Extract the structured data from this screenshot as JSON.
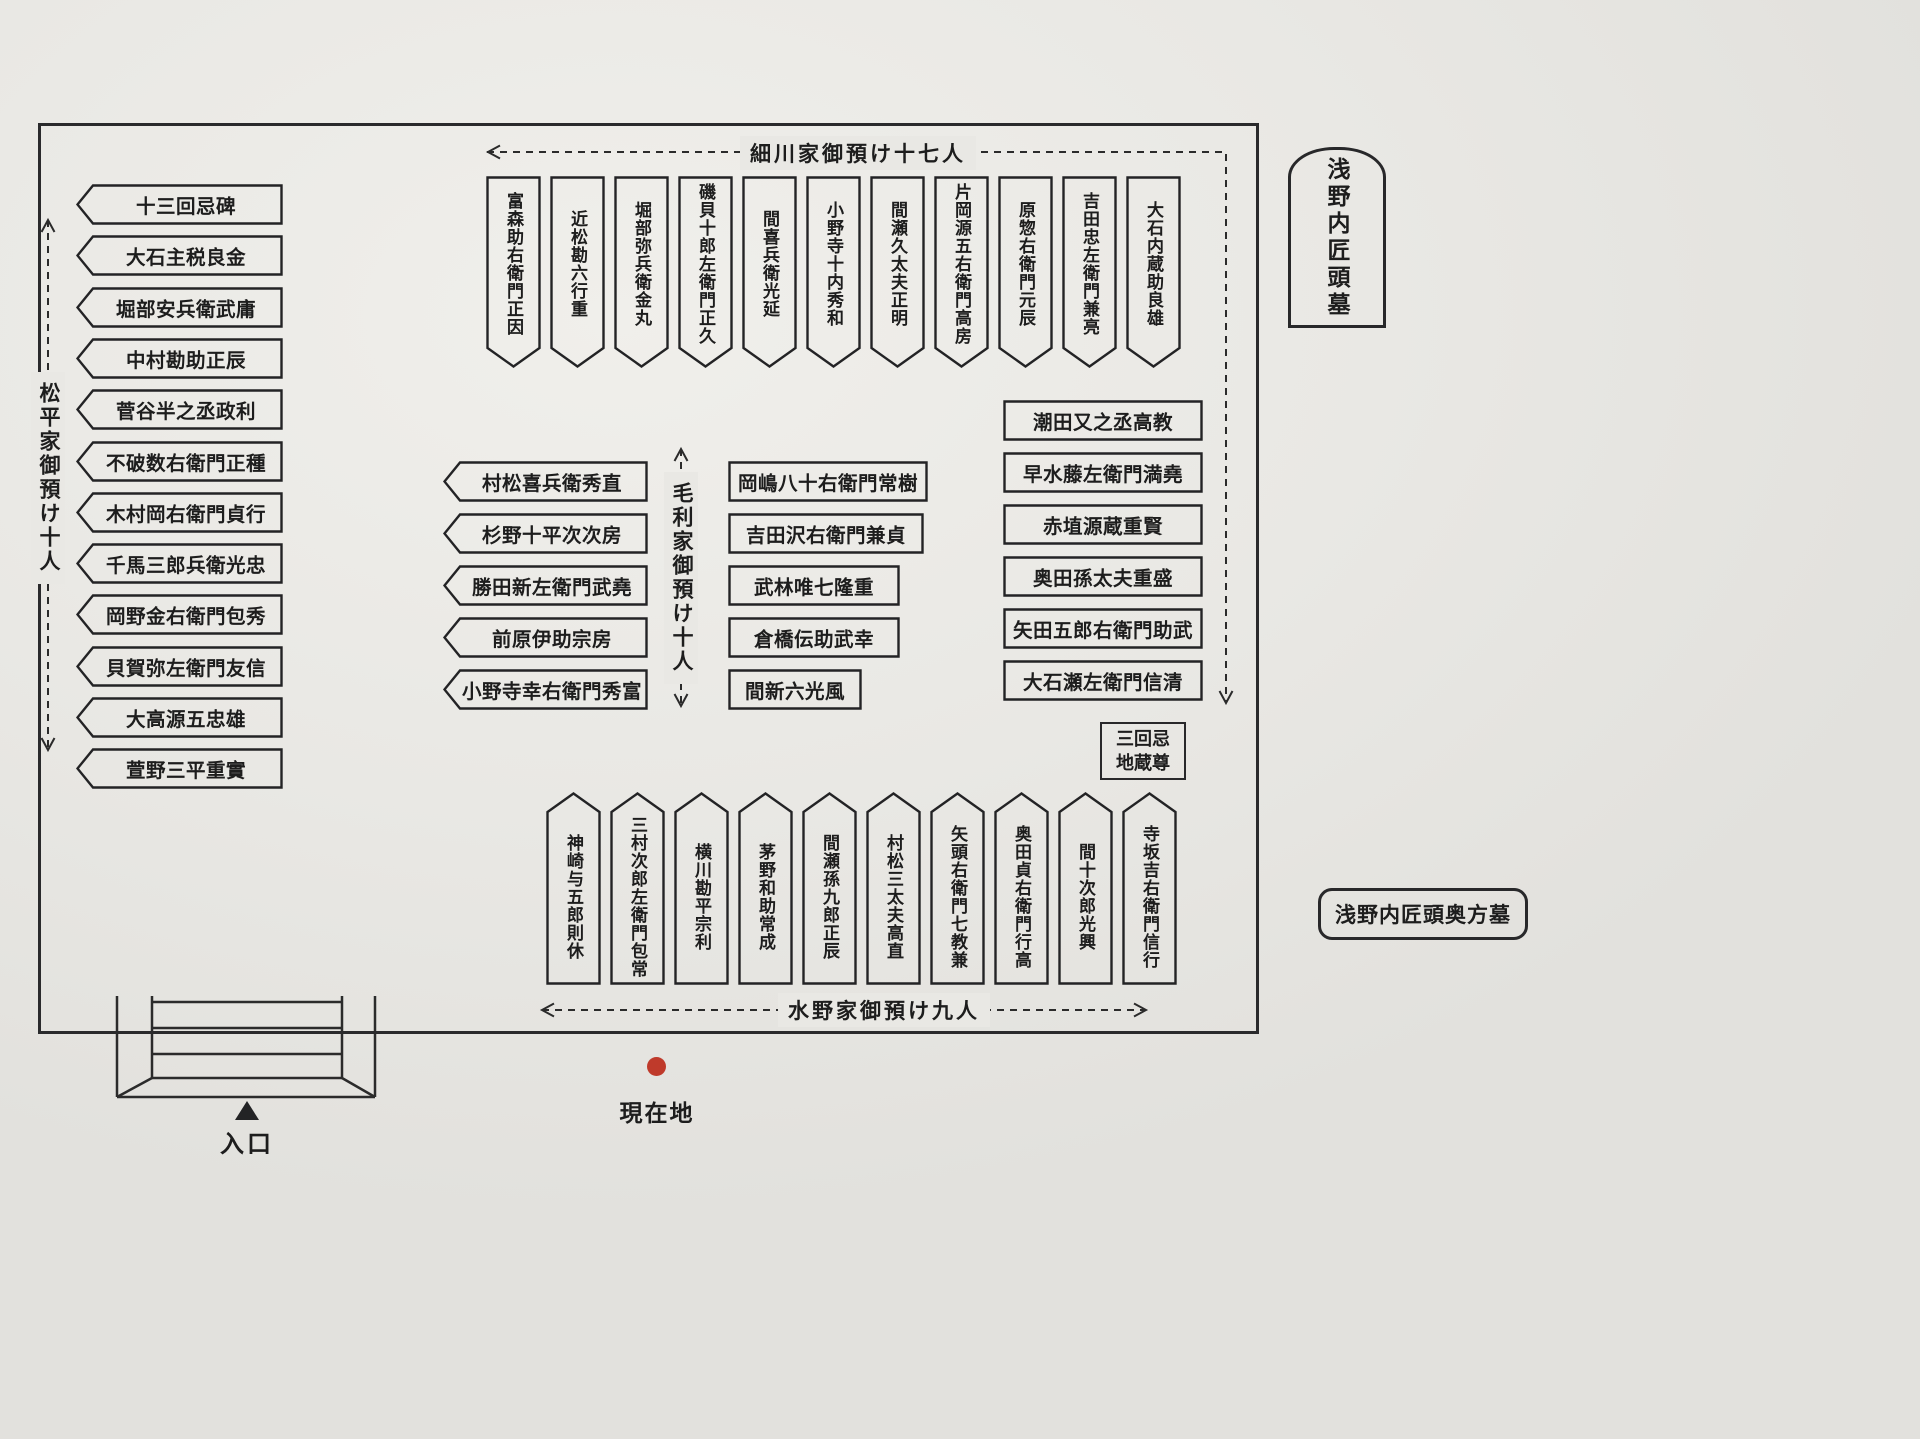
{
  "groups": {
    "hosokawa_label": "細川家御預け十七人",
    "matsudaira_label": "松平家御預け十人",
    "mori_label": "毛利家御預け十人",
    "mizuno_label": "水野家御預け九人"
  },
  "top_row": [
    "富森助右衛門正因",
    "近松勘六行重",
    "堀部弥兵衛金丸",
    "磯貝十郎左衛門正久",
    "間喜兵衛光延",
    "小野寺十内秀和",
    "間瀬久太夫正明",
    "片岡源五右衛門高房",
    "原惣右衛門元辰",
    "吉田忠左衛門兼亮",
    "大石内蔵助良雄"
  ],
  "left_column": [
    "十三回忌碑",
    "大石主税良金",
    "堀部安兵衛武庸",
    "中村勘助正辰",
    "菅谷半之丞政利",
    "不破数右衛門正種",
    "木村岡右衛門貞行",
    "千馬三郎兵衛光忠",
    "岡野金右衛門包秀",
    "貝賀弥左衛門友信",
    "大高源五忠雄",
    "萱野三平重實"
  ],
  "mori_left": [
    "村松喜兵衛秀直",
    "杉野十平次次房",
    "勝田新左衛門武堯",
    "前原伊助宗房",
    "小野寺幸右衛門秀富"
  ],
  "mori_right": [
    "岡嶋八十右衛門常樹",
    "吉田沢右衛門兼貞",
    "武林唯七隆重",
    "倉橋伝助武幸",
    "間新六光風"
  ],
  "right_column": [
    "潮田又之丞高教",
    "早水藤左衛門満堯",
    "赤埴源蔵重賢",
    "奥田孫太夫重盛",
    "矢田五郎右衛門助武",
    "大石瀬左衛門信清"
  ],
  "bottom_row": [
    "神崎与五郎則休",
    "三村次郎左衛門包常",
    "横川勘平宗利",
    "茅野和助常成",
    "間瀬孫九郎正辰",
    "村松三太夫高直",
    "矢頭右衛門七教兼",
    "奥田貞右衛門行高",
    "間十次郎光興",
    "寺坂吉右衛門信行"
  ],
  "outer_graves": {
    "asano_lord": "浅野内匠頭墓",
    "asano_wife": "浅野内匠頭奥方墓"
  },
  "jizo": {
    "line1": "三回忌",
    "line2": "地蔵尊"
  },
  "markers": {
    "current_location": "現在地",
    "entrance": "入口"
  },
  "colors": {
    "ink": "#28282a",
    "paper": "#e9e8e4",
    "marker_red": "#bf3a2b"
  }
}
